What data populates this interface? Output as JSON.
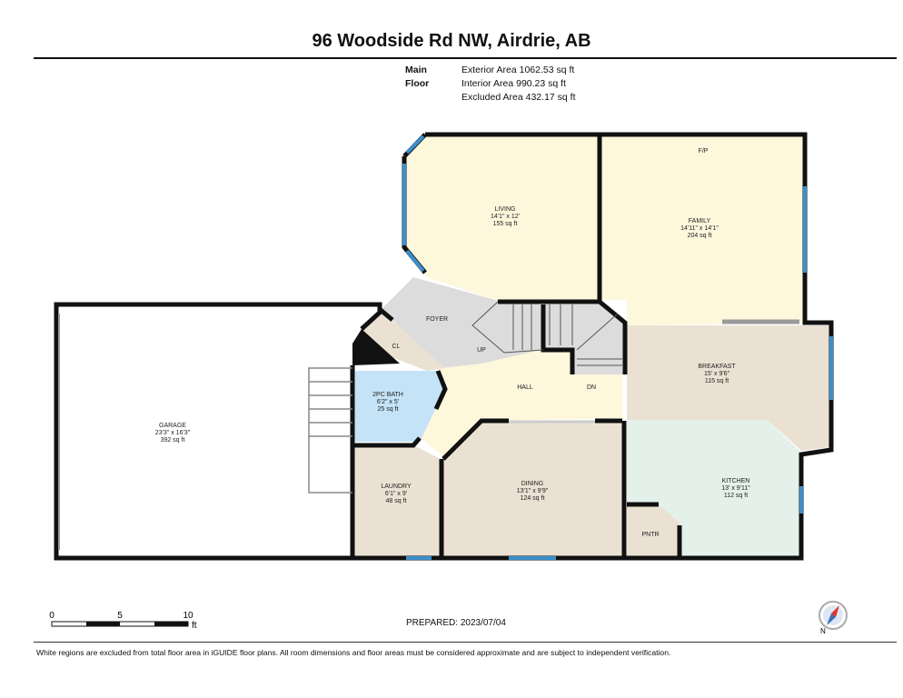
{
  "title": "96 Woodside Rd NW, Airdrie, AB",
  "floor": {
    "name": "Main Floor",
    "exterior_area": "Exterior Area 1062.53 sq ft",
    "interior_area": "Interior Area 990.23 sq ft",
    "excluded_area": "Excluded Area 432.17 sq ft"
  },
  "rooms": {
    "living": {
      "name": "LIVING",
      "dims": "14'1\" x 12'",
      "area": "155 sq ft"
    },
    "family": {
      "name": "FAMILY",
      "dims": "14'11\" x 14'1\"",
      "area": "204 sq ft",
      "note": "F/P"
    },
    "foyer": {
      "name": "FOYER"
    },
    "cl": {
      "name": "CL"
    },
    "up": {
      "name": "UP"
    },
    "dn": {
      "name": "DN"
    },
    "hall": {
      "name": "HALL"
    },
    "breakfast": {
      "name": "BREAKFAST",
      "dims": "15' x 9'6\"",
      "area": "115 sq ft"
    },
    "bath": {
      "name": "2PC BATH",
      "dims": "6'2\" x 5'",
      "area": "25 sq ft"
    },
    "garage": {
      "name": "GARAGE",
      "dims": "23'3\" x 16'3\"",
      "area": "392 sq ft"
    },
    "laundry": {
      "name": "LAUNDRY",
      "dims": "6'1\" x 9'",
      "area": "48 sq ft"
    },
    "dining": {
      "name": "DINING",
      "dims": "13'1\" x 9'9\"",
      "area": "124 sq ft"
    },
    "kitchen": {
      "name": "KITCHEN",
      "dims": "13' x 9'11\"",
      "area": "112 sq ft"
    },
    "pantry": {
      "name": "PNTR"
    }
  },
  "scale": {
    "ticks": [
      "0",
      "5",
      "10"
    ],
    "unit": "ft"
  },
  "compass": {
    "label": "N"
  },
  "prepared": "PREPARED: 2023/07/04",
  "footer": "White regions are excluded from total floor area in iGUIDE floor plans. All room dimensions and floor areas must be considered approximate and are subject to independent verification.",
  "colors": {
    "living": "#fdf7dc",
    "beige": "#ebe1d3",
    "bath": "#c4e3f7",
    "kitchen": "#e4f1ea",
    "foyer": "#dcdcdc",
    "window": "#3b8fcc",
    "wall": "#111111"
  }
}
